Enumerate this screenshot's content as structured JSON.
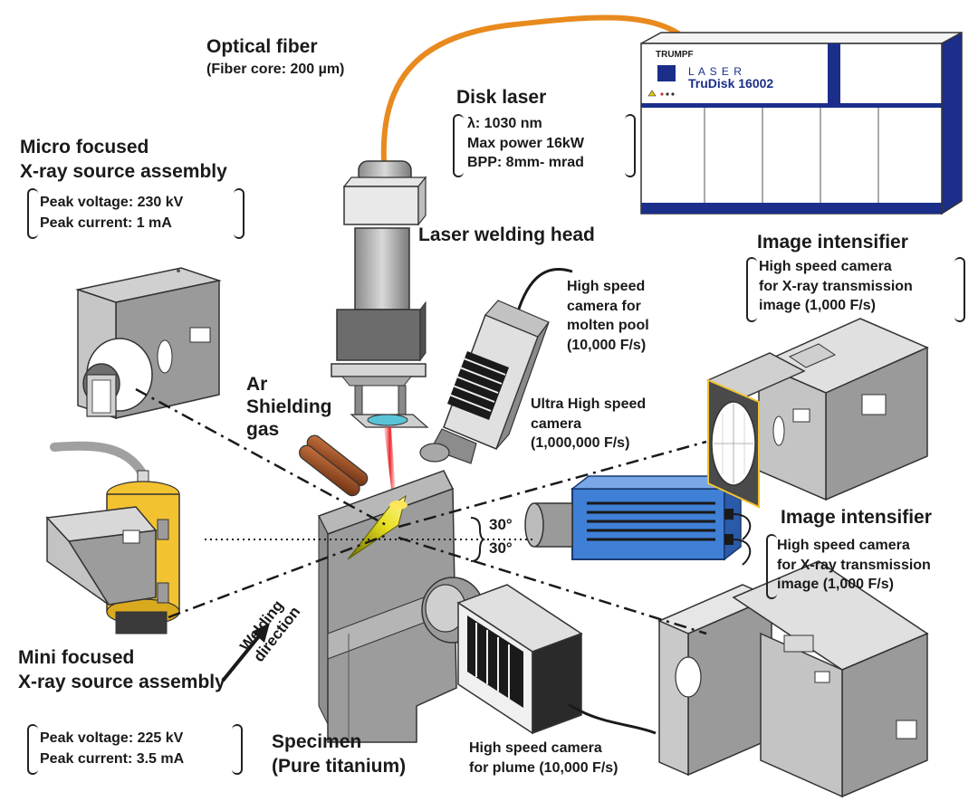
{
  "optical_fiber": {
    "title": "Optical fiber",
    "detail": "(Fiber core: 200 µm)"
  },
  "disk_laser": {
    "title": "Disk laser",
    "lines": [
      "λ: 1030 nm",
      "Max power 16kW",
      "BPP: 8mm- mrad"
    ]
  },
  "laser_unit": {
    "brand": "TRUMPF",
    "word": "L A S E R",
    "model": "TruDisk 16002"
  },
  "micro_xray": {
    "title_lines": [
      "Micro focused",
      "X-ray source assembly"
    ],
    "specs": [
      "Peak voltage: 230 kV",
      "Peak current: 1 mA"
    ]
  },
  "mini_xray": {
    "title_lines": [
      "Mini focused",
      "X-ray source assembly"
    ],
    "specs": [
      "Peak voltage: 225 kV",
      "Peak current: 3.5 mA"
    ]
  },
  "laser_head": {
    "title": "Laser welding head"
  },
  "molten_pool_camera": {
    "lines": [
      "High speed",
      "camera for",
      "molten pool",
      "(10,000 F/s)"
    ]
  },
  "ultra_camera": {
    "lines": [
      "Ultra High speed",
      "camera",
      "(1,000,000 F/s)"
    ]
  },
  "intensifier_top": {
    "title": "Image intensifier",
    "lines": [
      "High speed camera",
      "for X-ray transmission",
      "image (1,000 F/s)"
    ]
  },
  "intensifier_bottom": {
    "title": "Image intensifier",
    "lines": [
      "High speed camera",
      "for X-ray transmission",
      "image (1,000 F/s)"
    ]
  },
  "shielding_gas": {
    "lines": [
      "Ar",
      "Shielding",
      "gas"
    ]
  },
  "angles": {
    "upper": "30°",
    "lower": "30°"
  },
  "welding_direction": {
    "lines": [
      "Welding",
      "direction"
    ]
  },
  "specimen": {
    "lines": [
      "Specimen",
      "(Pure titanium)"
    ]
  },
  "plume_camera": {
    "lines": [
      "High speed camera",
      "for plume (10,000 F/s)"
    ]
  },
  "colors": {
    "fiber": "#e88a1e",
    "laser_blue": "#1b2f8a",
    "xray_yellow": "#f2c230",
    "camera_blue": "#3f7fd6",
    "beam_red": "#e8242a",
    "box_gray": "#9a9a9a"
  }
}
